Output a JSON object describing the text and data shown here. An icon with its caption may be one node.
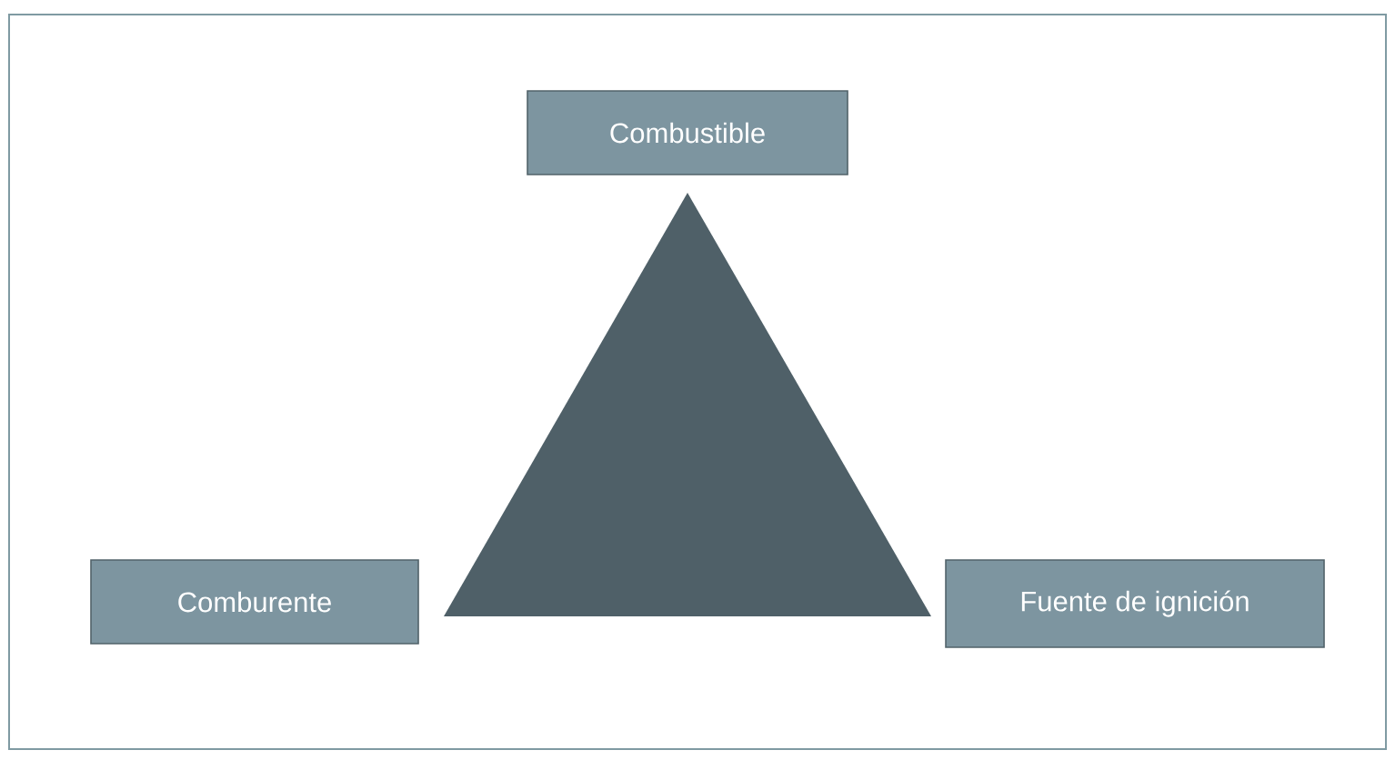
{
  "diagram": {
    "nodes": [
      {
        "text": [
          "Combustible"
        ]
      },
      {
        "text": [],
        "shape": "triangle"
      },
      {
        "text": [
          "Comburente"
        ]
      },
      {
        "text": [
          "Fuente de ignición"
        ]
      }
    ]
  }
}
